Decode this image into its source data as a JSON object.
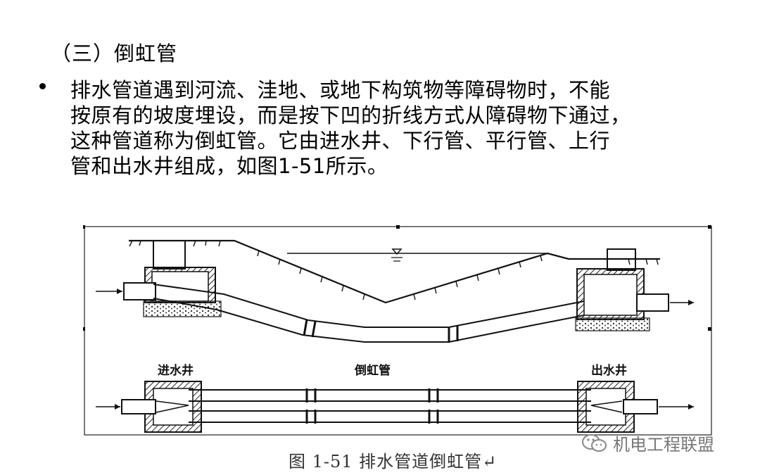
{
  "heading": "（三）倒虹管",
  "paragraph": {
    "lines": [
      "排水管道遇到河流、洼地、或地下构筑物等障碍物时，不能",
      "按原有的坡度埋设，而是按下凹的折线方式从障碍物下通过，",
      "这种管道称为倒虹管。它由进水井、下行管、平行管、上行",
      "管和出水井组成，如图1-51所示。"
    ]
  },
  "figure": {
    "labels": {
      "inlet_well": "进水井",
      "siphon": "倒虹管",
      "outlet_well": "出水井"
    },
    "caption": "图 1-51 排水管道倒虹管↵"
  },
  "watermark": {
    "text": "机电工程联盟",
    "icon": "wechat-icon"
  }
}
